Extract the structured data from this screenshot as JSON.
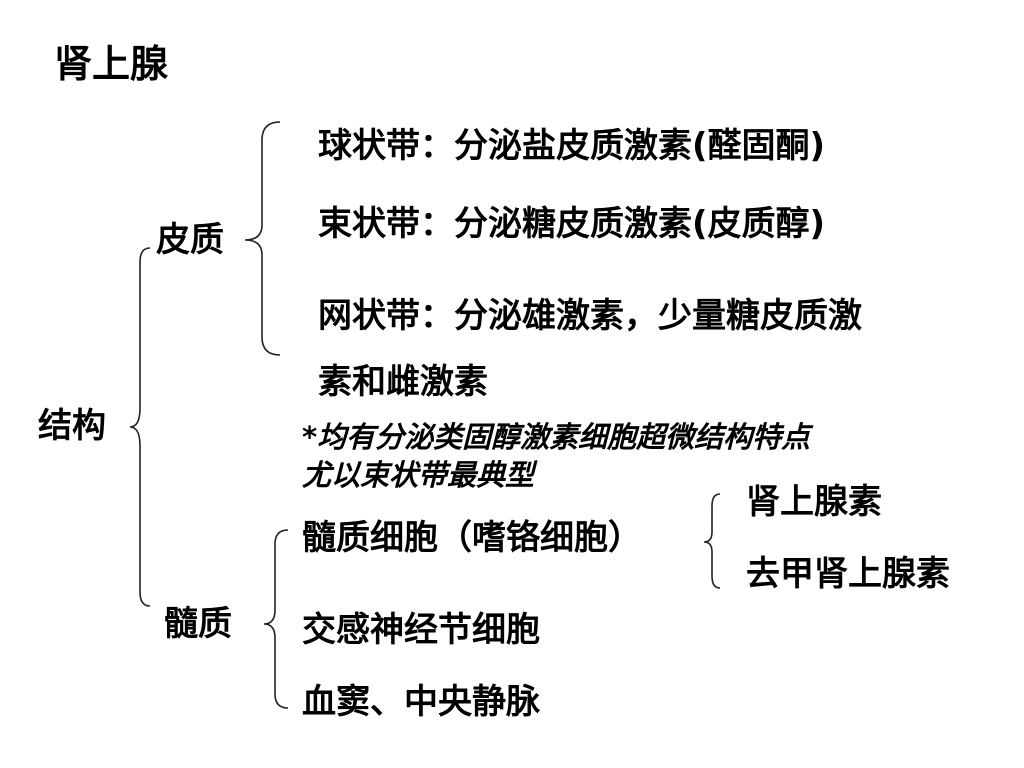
{
  "slide": {
    "title": "肾上腺",
    "structure_label": "结构",
    "cortex": {
      "label": "皮质",
      "zones": [
        "球状带：分泌盐皮质激素(醛固酮)",
        "束状带：分泌糖皮质激素(皮质醇)",
        "网状带：分泌雄激素，少量糖皮质激"
      ],
      "zone_continuation": "素和雌激素",
      "note_line1": "*均有分泌类固醇激素细胞超微结构特点",
      "note_line2": "尤以束状带最典型"
    },
    "medulla": {
      "label": "髓质",
      "items": [
        "髓质细胞（嗜铬细胞）",
        "交感神经节细胞",
        "血窦、中央静脉"
      ],
      "hormones": [
        "肾上腺素",
        "去甲肾上腺素"
      ]
    }
  }
}
